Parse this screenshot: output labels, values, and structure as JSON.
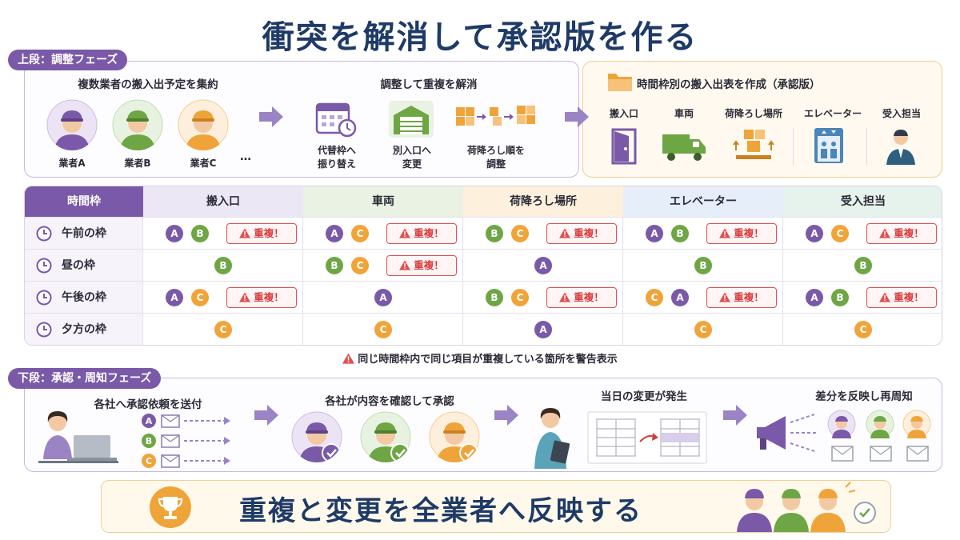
{
  "title": "衝突を解消して承認版を作る",
  "upper": {
    "phase": "上段：調整フェーズ",
    "gather_title": "複数業者の搬入出予定を集約",
    "vendors": [
      "業者A",
      "業者B",
      "業者C"
    ],
    "ellipsis": "…",
    "adjust_title": "調整して重複を解消",
    "adjust_items": [
      {
        "line1": "代替枠へ",
        "line2": "振り替え"
      },
      {
        "line1": "別入口へ",
        "line2": "変更"
      },
      {
        "line1": "荷降ろし順を",
        "line2": "調整"
      }
    ],
    "output_title": "時間枠別の搬入出表を作成（承認版）",
    "output_items": [
      "搬入口",
      "車両",
      "荷降ろし場所",
      "エレベーター",
      "受入担当"
    ]
  },
  "table": {
    "corner": "時間枠",
    "columns": [
      "搬入口",
      "車両",
      "荷降ろし場所",
      "エレベーター",
      "受入担当"
    ],
    "column_colors": [
      "#ece7f4",
      "#e9f2e3",
      "#fdf0dd",
      "#e6eef9",
      "#e6f2ec"
    ],
    "warn_label": "重複！",
    "rows": [
      {
        "label": "午前の枠",
        "cells": [
          {
            "badges": [
              "A",
              "B"
            ],
            "warn": true
          },
          {
            "badges": [
              "A",
              "C"
            ],
            "warn": true
          },
          {
            "badges": [
              "B",
              "C"
            ],
            "warn": true
          },
          {
            "badges": [
              "A",
              "B"
            ],
            "warn": true
          },
          {
            "badges": [
              "A",
              "C"
            ],
            "warn": true
          }
        ]
      },
      {
        "label": "昼の枠",
        "cells": [
          {
            "badges": [
              "B"
            ],
            "warn": false
          },
          {
            "badges": [
              "B",
              "C"
            ],
            "warn": true
          },
          {
            "badges": [
              "A"
            ],
            "warn": false
          },
          {
            "badges": [
              "B"
            ],
            "warn": false
          },
          {
            "badges": [
              "B"
            ],
            "warn": false
          }
        ]
      },
      {
        "label": "午後の枠",
        "cells": [
          {
            "badges": [
              "A",
              "C"
            ],
            "warn": true
          },
          {
            "badges": [
              "A"
            ],
            "warn": false
          },
          {
            "badges": [
              "B",
              "C"
            ],
            "warn": true
          },
          {
            "badges": [
              "C",
              "A"
            ],
            "warn": true
          },
          {
            "badges": [
              "A",
              "B"
            ],
            "warn": true
          }
        ]
      },
      {
        "label": "夕方の枠",
        "cells": [
          {
            "badges": [
              "C"
            ],
            "warn": false
          },
          {
            "badges": [
              "C"
            ],
            "warn": false
          },
          {
            "badges": [
              "A"
            ],
            "warn": false
          },
          {
            "badges": [
              "C"
            ],
            "warn": false
          },
          {
            "badges": [
              "C"
            ],
            "warn": false
          }
        ]
      }
    ]
  },
  "note": "同じ時間枠内で同じ項目が重複している箇所を警告表示",
  "lower": {
    "phase": "下段：承認・周知フェーズ",
    "steps": [
      "各社へ承認依頼を送付",
      "各社が内容を確認して承認",
      "当日の変更が発生",
      "差分を反映し再周知"
    ]
  },
  "banner": "重複と変更を全業者へ反映する",
  "colors": {
    "A": "#7a59a8",
    "B": "#6ea645",
    "C": "#efa43a",
    "accent": "#7a59a8",
    "warn": "#d63c3c"
  }
}
